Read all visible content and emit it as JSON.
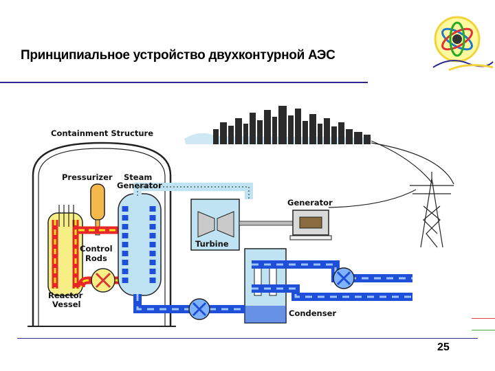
{
  "slide": {
    "title": "Принципиальное устройство двухконтурной АЭС",
    "page_number": "25"
  },
  "diagram": {
    "labels": {
      "containment": "Containment Structure",
      "pressurizer": "Pressurizer",
      "steam_generator_1": "Steam",
      "steam_generator_2": "Generator",
      "control_rods_1": "Control",
      "control_rods_2": "Rods",
      "reactor_vessel_1": "Reactor",
      "reactor_vessel_2": "Vessel",
      "turbine": "Turbine",
      "generator": "Generator",
      "condenser": "Condenser"
    },
    "colors": {
      "primary_loop_red": "#e8262a",
      "primary_loop_yellow": "#f2e619",
      "secondary_loop_blue": "#1f4fd8",
      "steam_light_blue": "#bfe3f2",
      "pressurizer_orange": "#f5b84a",
      "title_rule": "#2a2a8c"
    }
  }
}
